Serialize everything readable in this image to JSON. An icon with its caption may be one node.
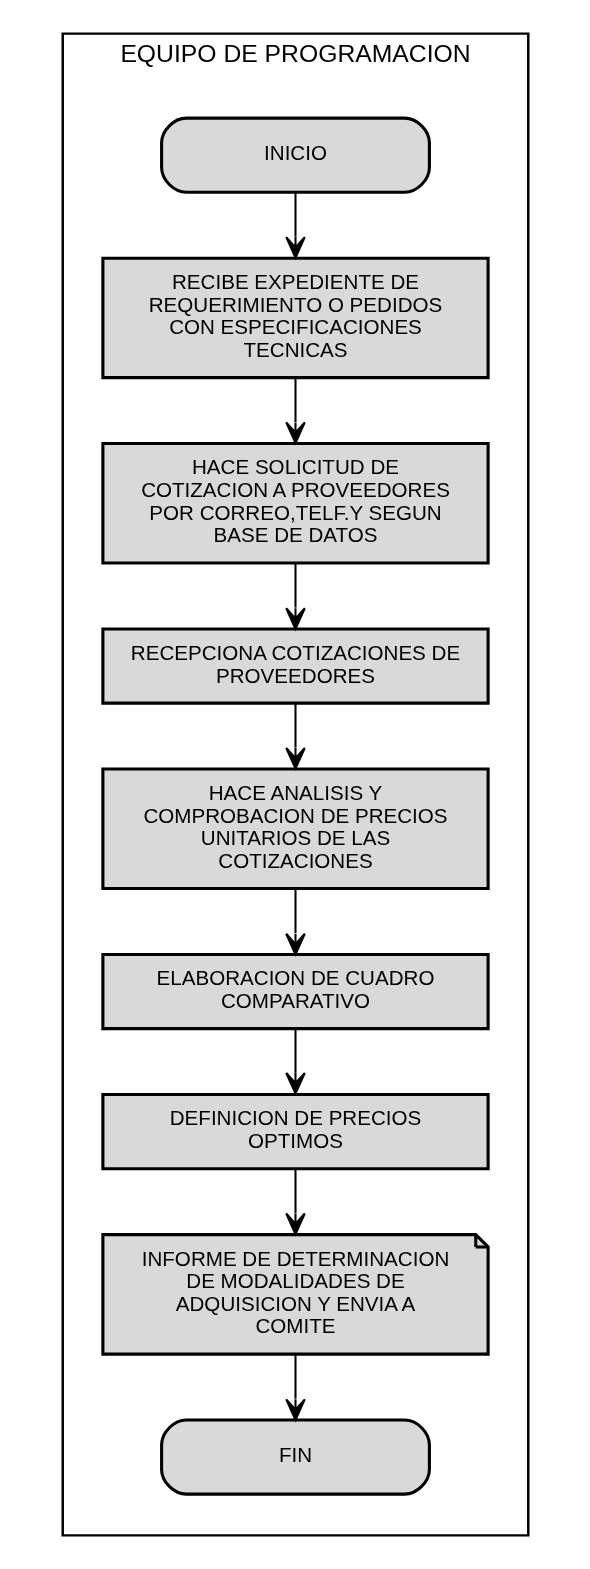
{
  "diagram": {
    "nodes": [
      {
        "text": [
          "EQUIPO DE PROGRAMACION"
        ]
      },
      {
        "text": [
          "INICIO"
        ],
        "in": 0
      },
      {
        "text": [
          "RECIBE EXPEDIENTE DE REQUERIMIENTO O PEDIDOS CON ESPECIFICACIONES TECNICAS"
        ],
        "in": 0
      },
      {
        "text": [
          "HACE SOLICITUD DE COTIZACION A PROVEEDORES POR CORREO,TELF.Y SEGUN BASE DE DATOS"
        ],
        "in": 0
      },
      {
        "text": [
          "RECEPCIONA COTIZACIONES DE PROVEEDORES"
        ],
        "in": 0
      },
      {
        "text": [
          "HACE ANALISIS Y COMPROBACION DE PRECIOS UNITARIOS DE LAS COTIZACIONES"
        ],
        "in": 0
      },
      {
        "text": [
          "ELABORACION DE CUADRO COMPARATIVO"
        ],
        "in": 0
      },
      {
        "text": [
          "DEFINICION DE PRECIOS OPTIMOS"
        ],
        "in": 0
      },
      {
        "text": [
          "INFORME DE DETERMINACION DE MODALIDADES DE ADQUISICION Y ENVIA A COMITE"
        ],
        "in": 0
      },
      {
        "text": [
          "FIN"
        ],
        "in": 0
      }
    ],
    "edges": [
      {
        "from": 1,
        "to": 2,
        "arrow": "to"
      },
      {
        "from": 2,
        "to": 3,
        "arrow": "to"
      },
      {
        "from": 3,
        "to": 4,
        "arrow": "to"
      },
      {
        "from": 4,
        "to": 5,
        "arrow": "to"
      },
      {
        "from": 5,
        "to": 6,
        "arrow": "to"
      },
      {
        "from": 6,
        "to": 7,
        "arrow": "to"
      },
      {
        "from": 7,
        "to": 8,
        "arrow": "to"
      },
      {
        "from": 8,
        "to": 9,
        "arrow": "to"
      }
    ]
  }
}
